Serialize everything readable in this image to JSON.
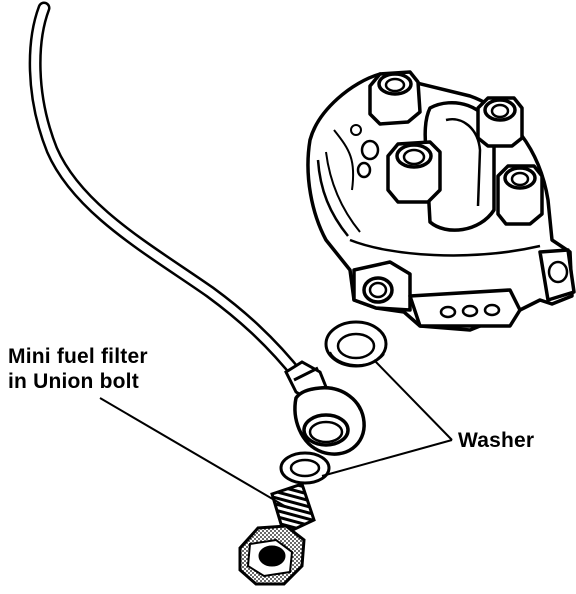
{
  "labels": {
    "filter_line1": "Mini fuel filter",
    "filter_line2": "in Union bolt",
    "washer": "Washer"
  },
  "colors": {
    "ink": "#000000",
    "paper": "#ffffff"
  }
}
